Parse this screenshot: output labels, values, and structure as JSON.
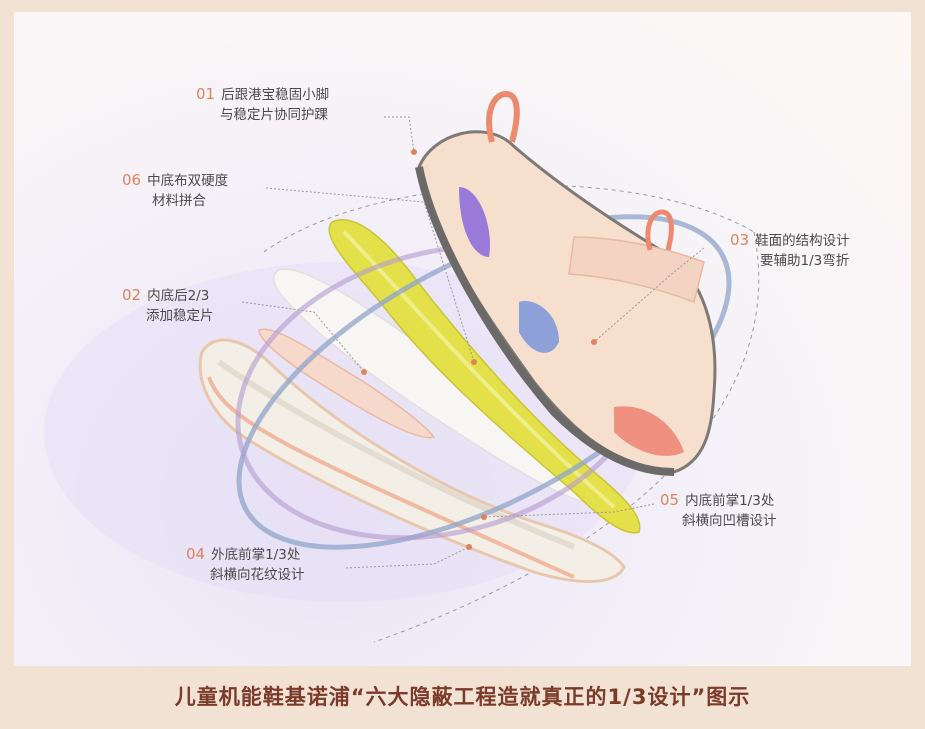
{
  "callouts": [
    {
      "num": "01",
      "line1": "后跟港宝稳固小脚",
      "line2": "与稳定片协同护踝"
    },
    {
      "num": "06",
      "line1": "中底布双硬度",
      "line2": "材料拼合"
    },
    {
      "num": "02",
      "line1": "内底后2/3",
      "line2": "添加稳定片"
    },
    {
      "num": "03",
      "line1": "鞋面的结构设计",
      "line2": "要辅助1/3弯折"
    },
    {
      "num": "05",
      "line1": "内底前掌1/3处",
      "line2": "斜横向凹槽设计"
    },
    {
      "num": "04",
      "line1": "外底前掌1/3处",
      "line2": "斜横向花纹设计"
    }
  ],
  "caption": "儿童机能鞋基诺浦“六大隐蔽工程造就真正的1/3设计”图示",
  "colors": {
    "accent_number": "#e0825f",
    "caption": "#7b3a2a",
    "insole": "#e3e04a",
    "upper": "#f6dfcc",
    "purple_patch": "#9a7ad8",
    "blue_patch": "#8da0d8",
    "coral_patch": "#f0907e",
    "heel_loop": "#ec8a6d"
  }
}
